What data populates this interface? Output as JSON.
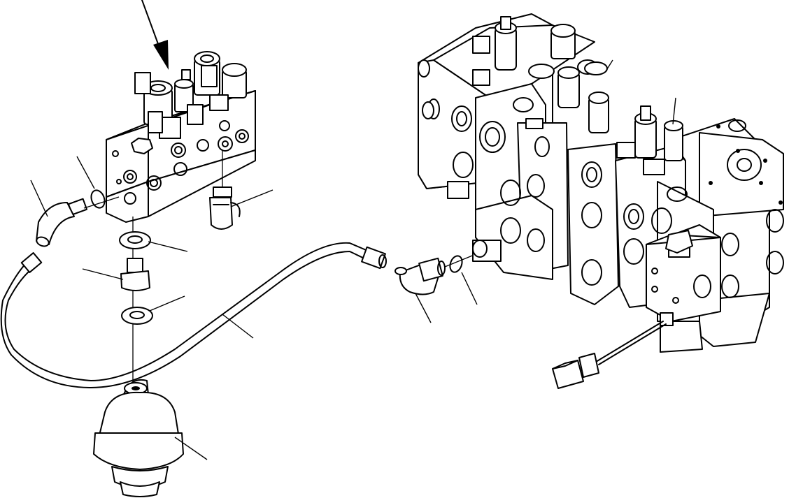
{
  "diagram": {
    "callout_labels": [],
    "colors": {
      "line": "#000000",
      "background": "#ffffff",
      "shade": "#d9d9d9"
    },
    "parts": [
      "solenoid-valve-block",
      "o-ring-upper-left",
      "elbow-fitting-left",
      "pressure-sensor",
      "seal-washer-upper",
      "adapter-fitting",
      "seal-washer-lower",
      "hydraulic-tube",
      "elbow-fitting-right",
      "o-ring-right",
      "control-valve-assembly",
      "sensor-connector",
      "accumulator"
    ]
  }
}
